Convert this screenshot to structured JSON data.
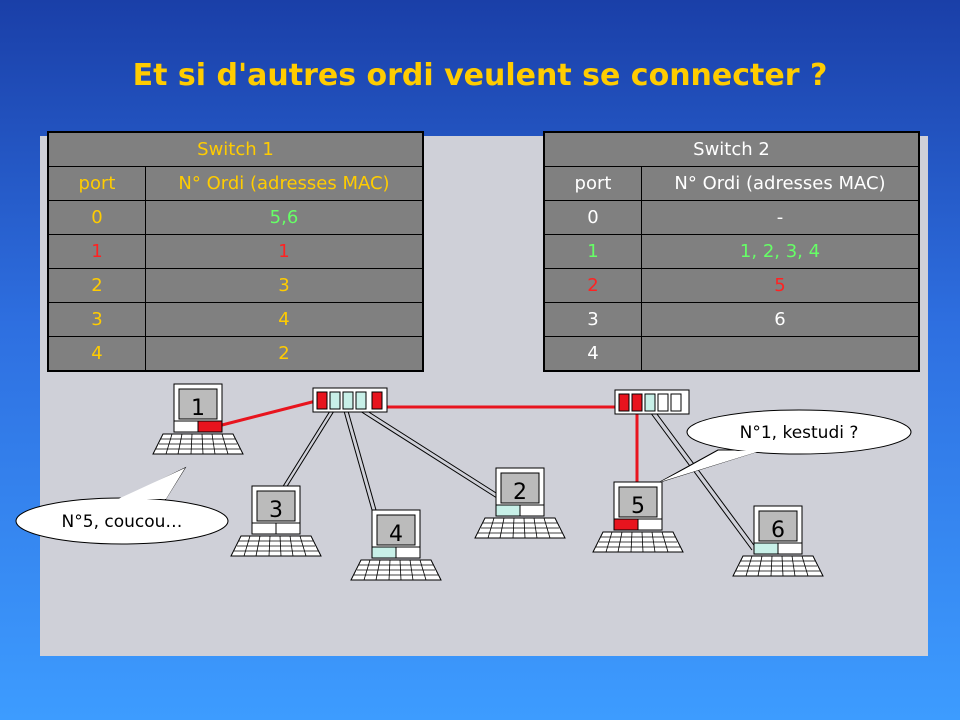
{
  "title": "Et si d'autres ordi veulent se connecter ?",
  "switch1": {
    "title": "Switch 1",
    "col_port": "port",
    "col_mac": "N° Ordi (adresses MAC)",
    "rows": [
      {
        "port": "0",
        "mac": "5,6"
      },
      {
        "port": "1",
        "mac": "1"
      },
      {
        "port": "2",
        "mac": "3"
      },
      {
        "port": "3",
        "mac": "4"
      },
      {
        "port": "4",
        "mac": "2"
      }
    ]
  },
  "switch2": {
    "title": "Switch 2",
    "col_port": "port",
    "col_mac": "N° Ordi (adresses MAC)",
    "rows": [
      {
        "port": "0",
        "mac": "-"
      },
      {
        "port": "1",
        "mac": "1, 2, 3, 4"
      },
      {
        "port": "2",
        "mac": "5"
      },
      {
        "port": "3",
        "mac": "6"
      },
      {
        "port": "4",
        "mac": ""
      }
    ]
  },
  "computers": [
    "1",
    "2",
    "3",
    "4",
    "5",
    "6"
  ],
  "bubbles": {
    "left": "N°5, coucou…",
    "right": "N°1, kestudi ?"
  },
  "colors": {
    "title": "#ffcc00",
    "header": "#ffcc00",
    "active": "#66ff66",
    "highlight": "#ff2222",
    "link": "#e8141e"
  }
}
